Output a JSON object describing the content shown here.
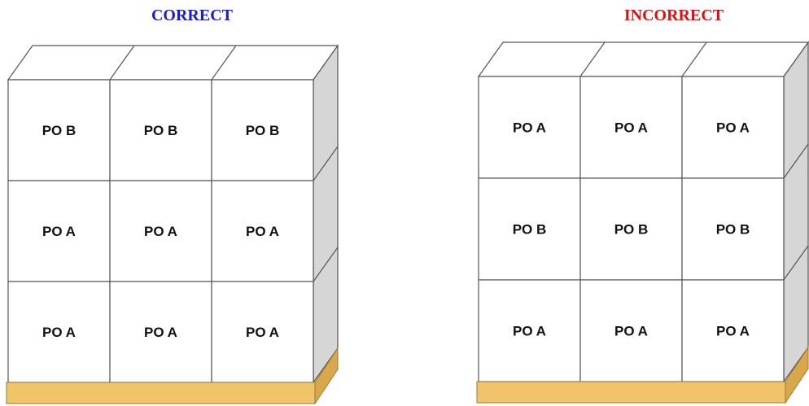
{
  "diagrams": [
    {
      "id": "correct",
      "title": "CORRECT",
      "title_color": "#1a1adb",
      "rows": [
        [
          "PO  B",
          "PO  B",
          "PO  B"
        ],
        [
          "PO  A",
          "PO  A",
          "PO  A"
        ],
        [
          "PO  A",
          "PO  A",
          "PO  A"
        ]
      ]
    },
    {
      "id": "incorrect",
      "title": "INCORRECT",
      "title_color": "#e01010",
      "rows": [
        [
          "PO  A",
          "PO  A",
          "PO  A"
        ],
        [
          "PO  B",
          "PO  B",
          "PO  B"
        ],
        [
          "PO  A",
          "PO  A",
          "PO  A"
        ]
      ]
    }
  ],
  "colors": {
    "box_face": "#ffffff",
    "box_top": "#ffffff",
    "box_side": "#d6d6d6",
    "box_line": "#555555",
    "pallet_front": "#f2c46a",
    "pallet_side": "#d9a84a",
    "pallet_line": "#9a7a3a"
  }
}
